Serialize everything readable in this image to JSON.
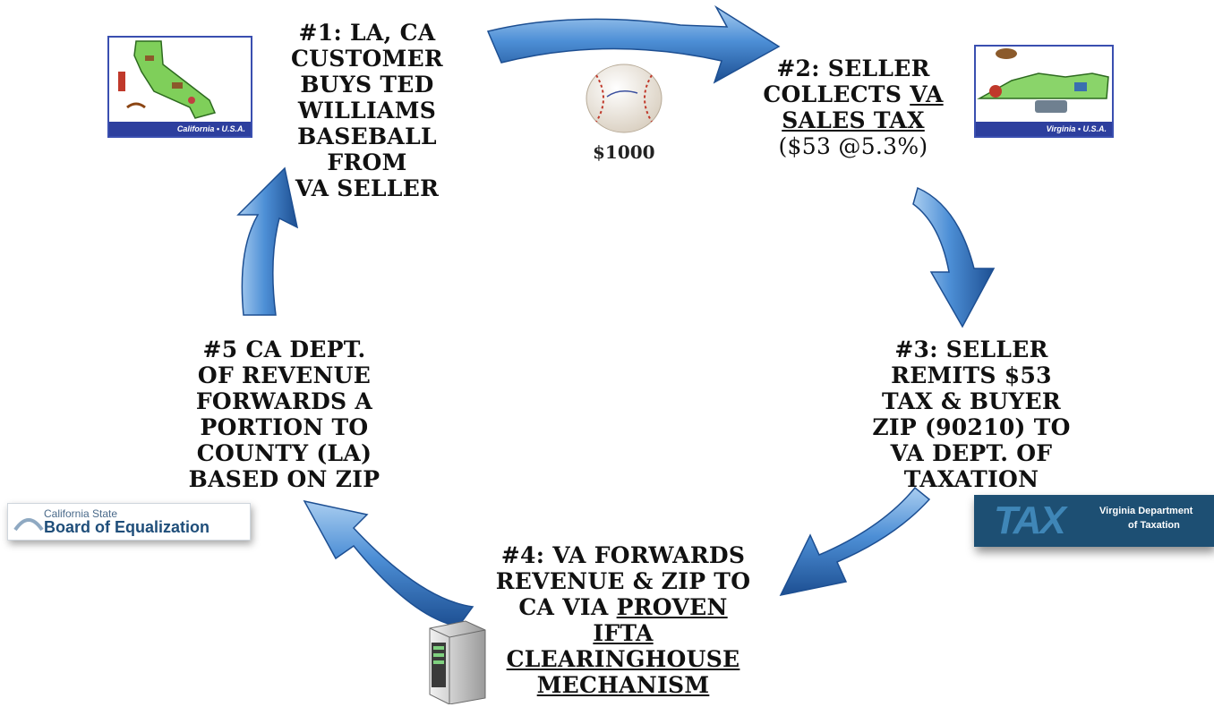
{
  "steps": {
    "step1": [
      "#1: LA, CA",
      "CUSTOMER",
      "BUYS TED",
      "WILLIAMS",
      "BASEBALL",
      "FROM",
      "VA SELLER"
    ],
    "step2": {
      "l1": "#2: SELLER",
      "l2a": "COLLECTS ",
      "l2b": "VA",
      "l3": "SALES TAX",
      "l4": "($53 @5.3%)"
    },
    "step3": [
      "#3: SELLER",
      "REMITS $53",
      "TAX & BUYER",
      "ZIP (90210) TO",
      "VA DEPT. OF",
      "TAXATION"
    ],
    "step4": {
      "l1": "#4: VA FORWARDS",
      "l2": "REVENUE & ZIP TO",
      "l3a": "CA VIA ",
      "l3b": "PROVEN",
      "l4": "IFTA",
      "l5": "CLEARINGHOUSE",
      "l6": "MECHANISM"
    },
    "step5": [
      "#5 CA DEPT.",
      "OF REVENUE",
      "FORWARDS A",
      "PORTION TO",
      "COUNTY (LA)",
      "BASED ON ZIP"
    ]
  },
  "price": "$1000",
  "logos": {
    "boe_line1": "California State",
    "boe_line2": "Board of Equalization",
    "tax_mark": "TAX",
    "tax_line1": "Virginia Department",
    "tax_line2": "of Taxation",
    "ca_caption": "California • U.S.A.",
    "va_caption": "Virginia • U.S.A."
  },
  "icons": [
    "california-map-icon",
    "virginia-map-icon",
    "baseball-icon",
    "server-icon"
  ],
  "colors": {
    "arrow": "#3f7fc4",
    "arrow_dark": "#1f4f8f",
    "text": "#111111"
  }
}
